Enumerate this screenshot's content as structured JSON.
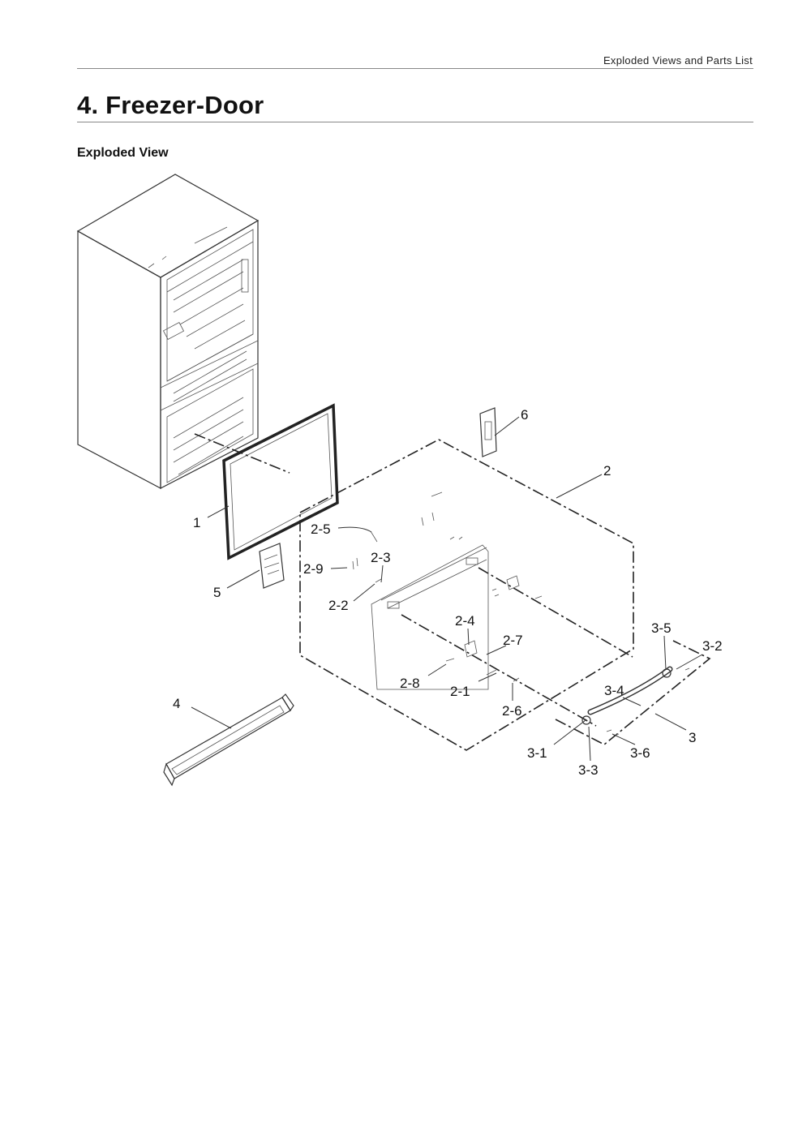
{
  "header": {
    "text": "Exploded Views and Parts List"
  },
  "title": "4.  Freezer-Door",
  "section": "Exploded View",
  "labels": {
    "p1": "1",
    "p2": "2",
    "p2_1": "2-1",
    "p2_2": "2-2",
    "p2_3": "2-3",
    "p2_4": "2-4",
    "p2_5": "2-5",
    "p2_6": "2-6",
    "p2_7": "2-7",
    "p2_8": "2-8",
    "p2_9": "2-9",
    "p3": "3",
    "p3_1": "3-1",
    "p3_2": "3-2",
    "p3_3": "3-3",
    "p3_4": "3-4",
    "p3_5": "3-5",
    "p3_6": "3-6",
    "p4": "4",
    "p5": "5",
    "p6": "6"
  }
}
